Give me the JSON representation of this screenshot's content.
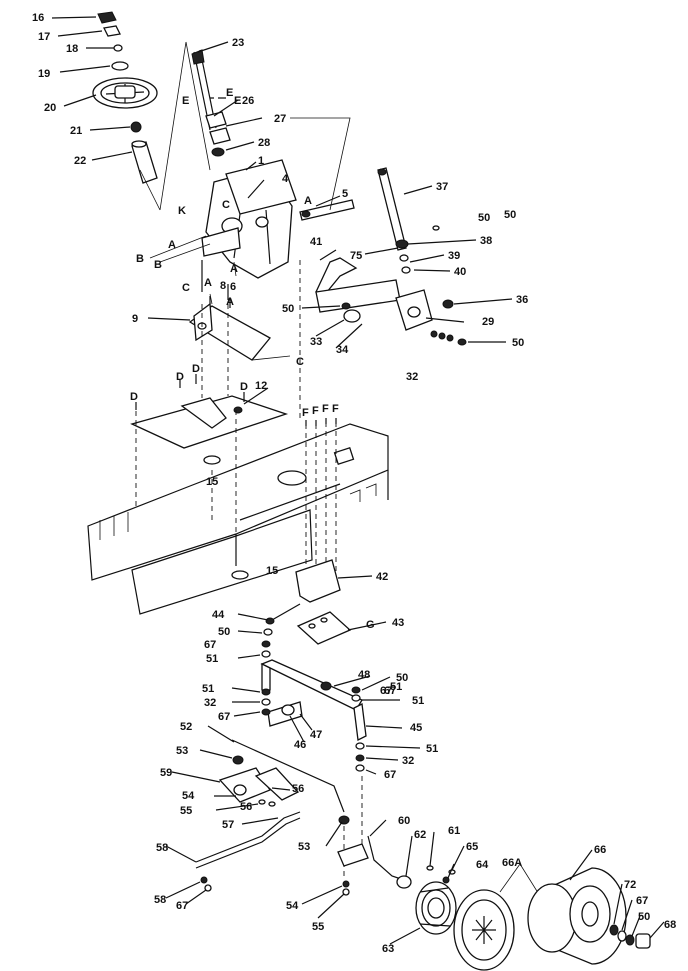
{
  "diagram": {
    "part_labels": [
      "1",
      "4",
      "5",
      "6",
      "8",
      "9",
      "12",
      "15",
      "15",
      "16",
      "17",
      "18",
      "19",
      "20",
      "21",
      "22",
      "23",
      "26",
      "27",
      "28",
      "29",
      "32",
      "32",
      "32",
      "33",
      "34",
      "36",
      "37",
      "38",
      "39",
      "40",
      "41",
      "42",
      "43",
      "44",
      "45",
      "46",
      "47",
      "48",
      "50",
      "50",
      "50",
      "50",
      "50",
      "50",
      "50",
      "51",
      "51",
      "51",
      "51",
      "51",
      "52",
      "53",
      "53",
      "54",
      "54",
      "55",
      "55",
      "56",
      "56",
      "57",
      "58",
      "58",
      "59",
      "60",
      "61",
      "62",
      "63",
      "64",
      "65",
      "66",
      "66A",
      "67",
      "67",
      "67",
      "67",
      "67",
      "67",
      "67",
      "68",
      "72",
      "75"
    ],
    "letter_labels": [
      "A",
      "A",
      "A",
      "A",
      "A",
      "B",
      "B",
      "C",
      "C",
      "C",
      "D",
      "D",
      "D",
      "D",
      "E",
      "E",
      "E",
      "F",
      "F",
      "F",
      "F",
      "G",
      "K"
    ]
  }
}
